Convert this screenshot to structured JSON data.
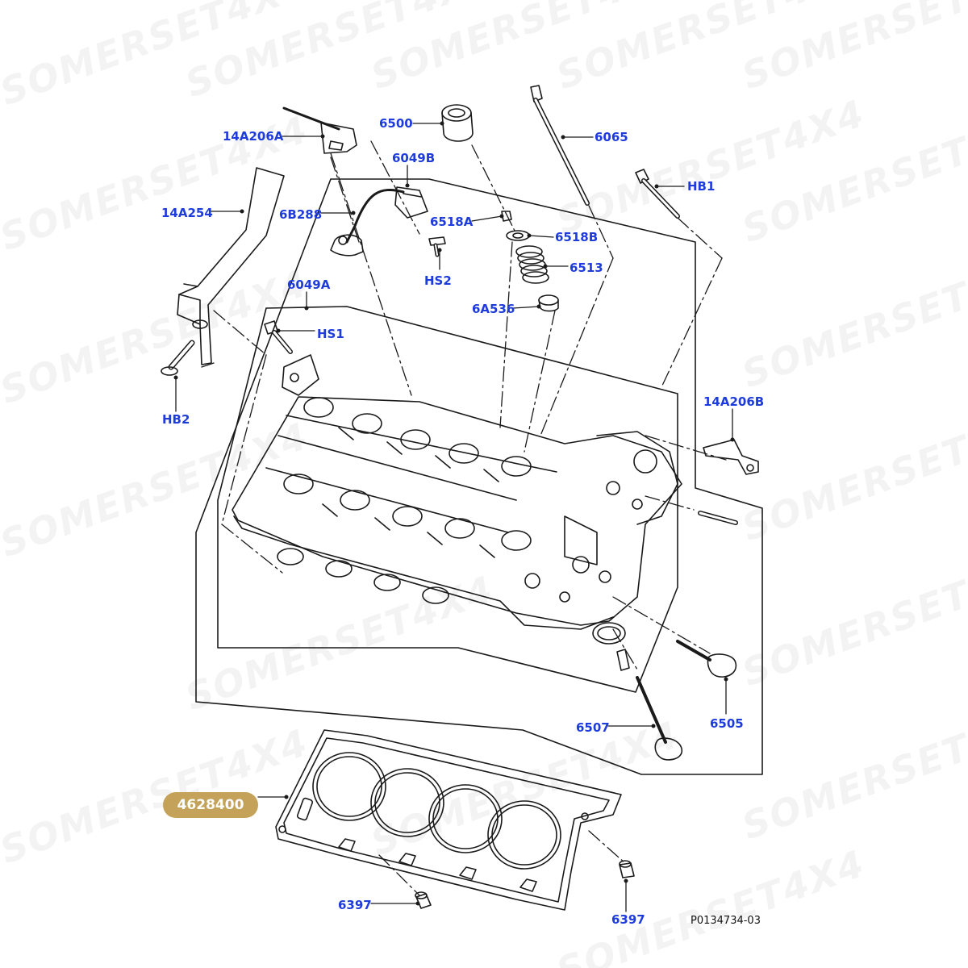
{
  "colors": {
    "label": "#1e3cdc",
    "line": "#1a1a1a",
    "highlight": "#c4a25a",
    "watermark": "#b0b0b0"
  },
  "watermark_text": "SOMERSET4X4",
  "reference_code": "P0134734-03",
  "highlighted_part": "4628400",
  "labels": {
    "l14A206A": "14A206A",
    "l6500": "6500",
    "l6065": "6065",
    "l6049B": "6049B",
    "lHB1": "HB1",
    "l14A254": "14A254",
    "l6B288": "6B288",
    "l6518A": "6518A",
    "l6518B": "6518B",
    "lHS2": "HS2",
    "l6513": "6513",
    "l6049A": "6049A",
    "l6A536": "6A536",
    "lHS1": "HS1",
    "lHB2": "HB2",
    "l14A206B": "14A206B",
    "l6507": "6507",
    "l6505": "6505",
    "l6397a": "6397",
    "l6397b": "6397"
  }
}
